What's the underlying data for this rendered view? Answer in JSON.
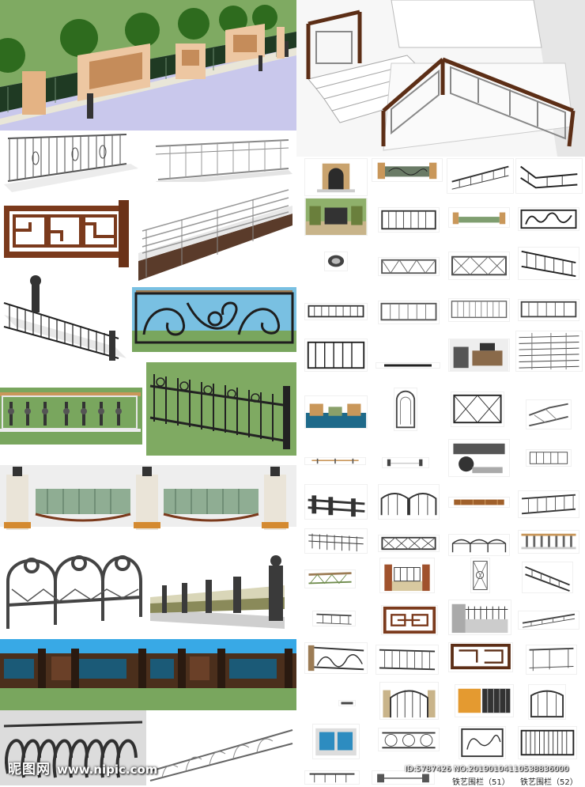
{
  "watermark": {
    "brand": "昵图网",
    "site": "www.nipic.com",
    "id_line": "ID:5787426 NO:20190104110538836000"
  },
  "captions": {
    "c51": "铁艺围栏（51）",
    "c52": "铁艺围栏（52）"
  },
  "colors": {
    "sky": "#cccbe8",
    "grass": "#79a65e",
    "wood": "#7b3a1c",
    "iron": "#2b2b2b"
  }
}
